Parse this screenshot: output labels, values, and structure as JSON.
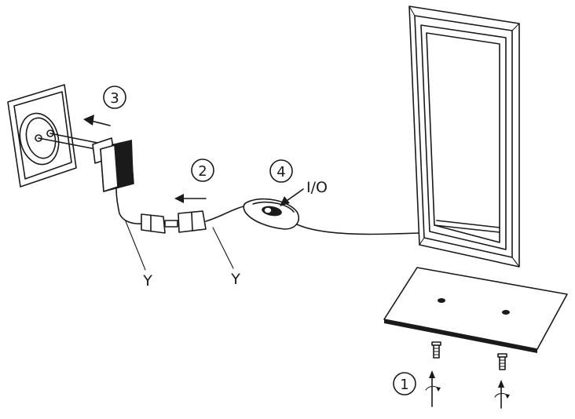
{
  "steps": {
    "one": "1",
    "two": "2",
    "three": "3",
    "four": "4"
  },
  "labels": {
    "switch": "I/O",
    "cable_left": "Y",
    "cable_right": "Y"
  }
}
